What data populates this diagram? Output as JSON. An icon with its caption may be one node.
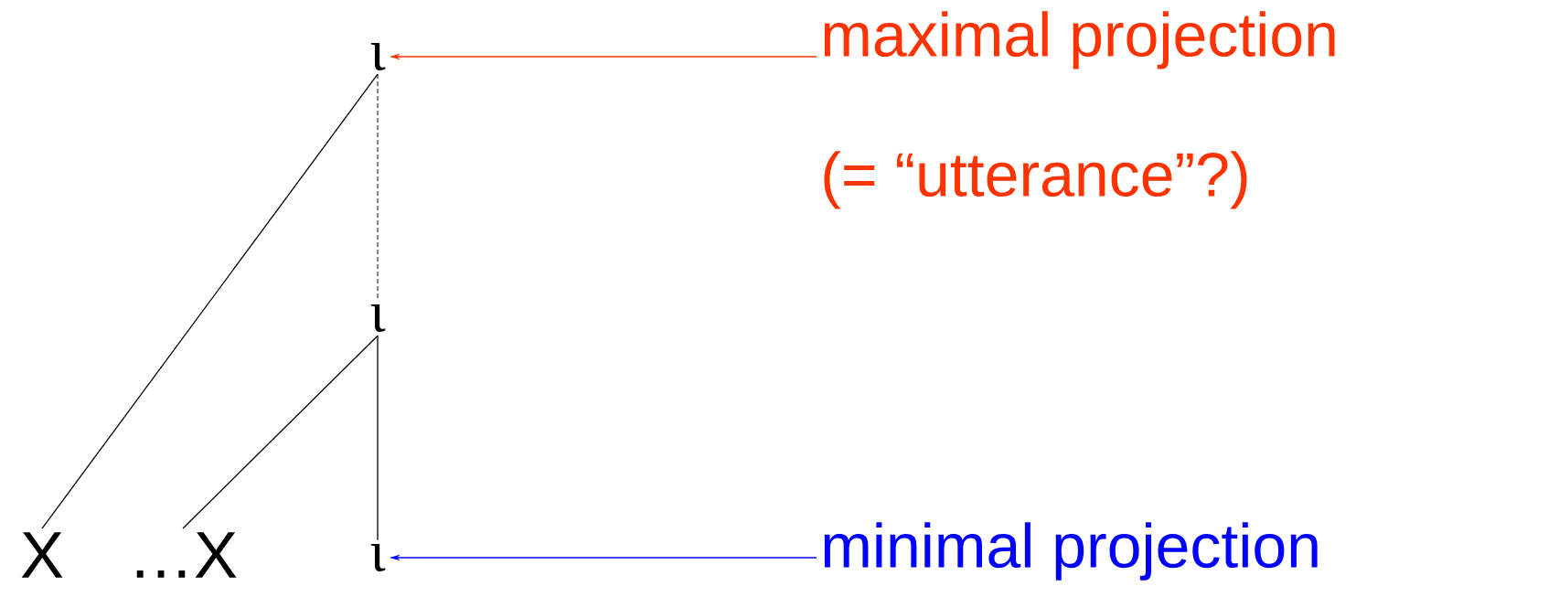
{
  "diagram": {
    "nodes": [
      {
        "text": [
          "ι"
        ]
      },
      {
        "text": [
          "ι"
        ]
      },
      {
        "text": [
          "ι"
        ]
      },
      {
        "text": [
          "X"
        ]
      },
      {
        "text": [
          "…X"
        ]
      },
      {
        "text": [
          "maximal projection",
          "(= “utterance”?)"
        ]
      },
      {
        "text": [
          "minimal projection"
        ]
      }
    ],
    "edges": [
      {
        "from": 0,
        "to": 3,
        "arrow": "none"
      },
      {
        "from": 0,
        "to": 1,
        "arrow": "none",
        "style": "dashed"
      },
      {
        "from": 1,
        "to": 4,
        "arrow": "none"
      },
      {
        "from": 1,
        "to": 2,
        "arrow": "none"
      },
      {
        "from": 5,
        "to": 0,
        "arrow": "to",
        "color": "#ff3300"
      },
      {
        "from": 6,
        "to": 2,
        "arrow": "to",
        "color": "#0000ff"
      }
    ]
  }
}
